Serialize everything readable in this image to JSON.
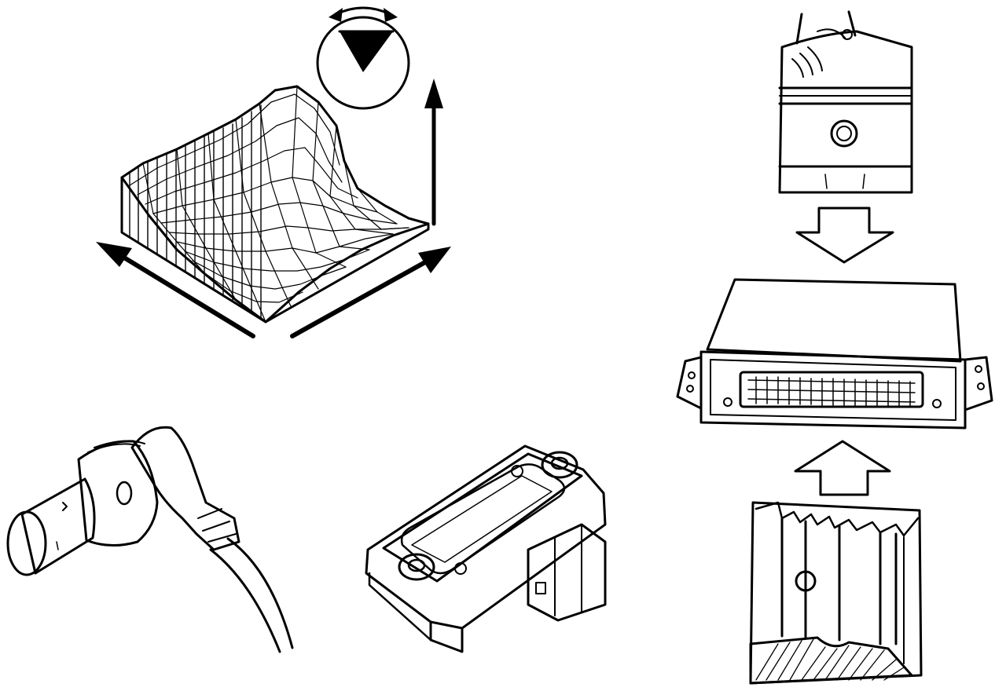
{
  "figure": {
    "ink_color": "#000000",
    "paper_color": "#ffffff",
    "panels": [
      {
        "id": "ignition-map",
        "icon": "3d-mesh-surface-icon"
      },
      {
        "id": "timing-dial",
        "icon": "rotating-dial-icon"
      },
      {
        "id": "crank-sensor",
        "icon": "crankshaft-position-sensor-icon"
      },
      {
        "id": "map-sensor",
        "icon": "manifold-pressure-sensor-icon"
      },
      {
        "id": "piston",
        "icon": "piston-icon"
      },
      {
        "id": "ecu",
        "icon": "engine-control-unit-icon"
      },
      {
        "id": "flywheel",
        "icon": "flywheel-section-icon"
      }
    ]
  }
}
